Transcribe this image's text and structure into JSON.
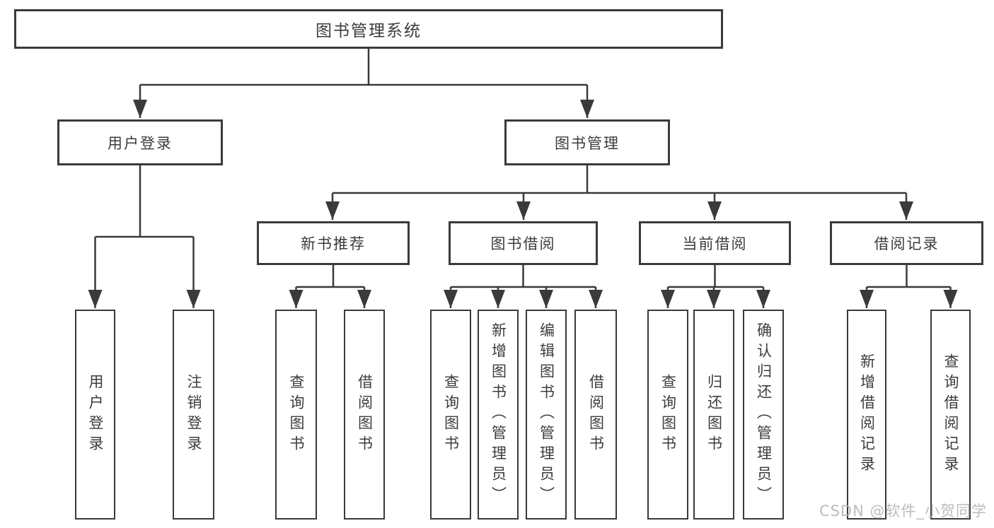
{
  "tree": {
    "root": "图书管理系统",
    "branches": [
      {
        "label": "用户登录",
        "leaves": [
          "用户登录",
          "注销登录"
        ]
      },
      {
        "label": "图书管理",
        "groups": [
          {
            "label": "新书推荐",
            "leaves": [
              "查询图书",
              "借阅图书"
            ]
          },
          {
            "label": "图书借阅",
            "leaves": [
              "查询图书",
              "新增图书（管理员）",
              "编辑图书（管理员）",
              "借阅图书"
            ]
          },
          {
            "label": "当前借阅",
            "leaves": [
              "查询图书",
              "归还图书",
              "确认归还（管理员）"
            ]
          },
          {
            "label": "借阅记录",
            "leaves": [
              "新增借阅记录",
              "查询借阅记录"
            ]
          }
        ]
      }
    ]
  },
  "colors": {
    "line": "#3a3a3a",
    "text": "#3c3c3c",
    "watermark": "#b5b5b5"
  },
  "watermark": "CSDN @软件_小贺同学"
}
